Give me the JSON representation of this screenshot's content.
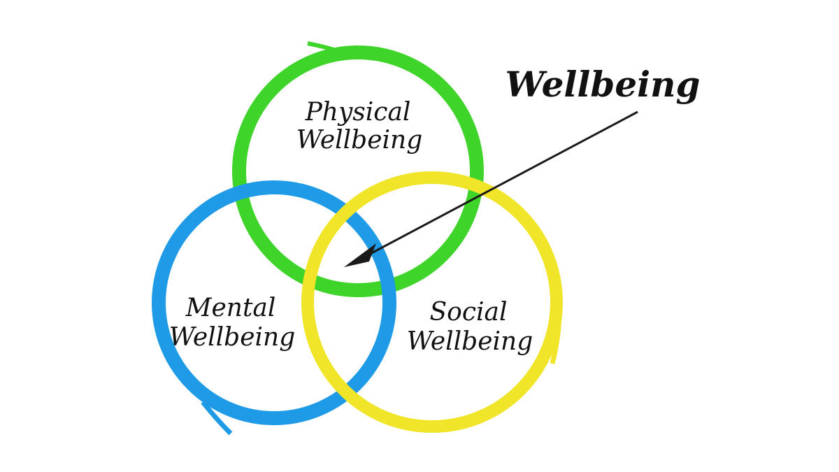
{
  "title": "Wellbeing",
  "circles": [
    {
      "id": "physical",
      "color": "#3fd42a",
      "line1": "Physical",
      "line2": "Wellbeing"
    },
    {
      "id": "mental",
      "color": "#1e9ae6",
      "line1": "Mental",
      "line2": "Wellbeing"
    },
    {
      "id": "social",
      "color": "#f1e52a",
      "line1": "Social",
      "line2": "Wellbeing"
    }
  ],
  "colors": {
    "arrow": "#1a1a1a",
    "text": "#111111",
    "background": "#ffffff"
  }
}
